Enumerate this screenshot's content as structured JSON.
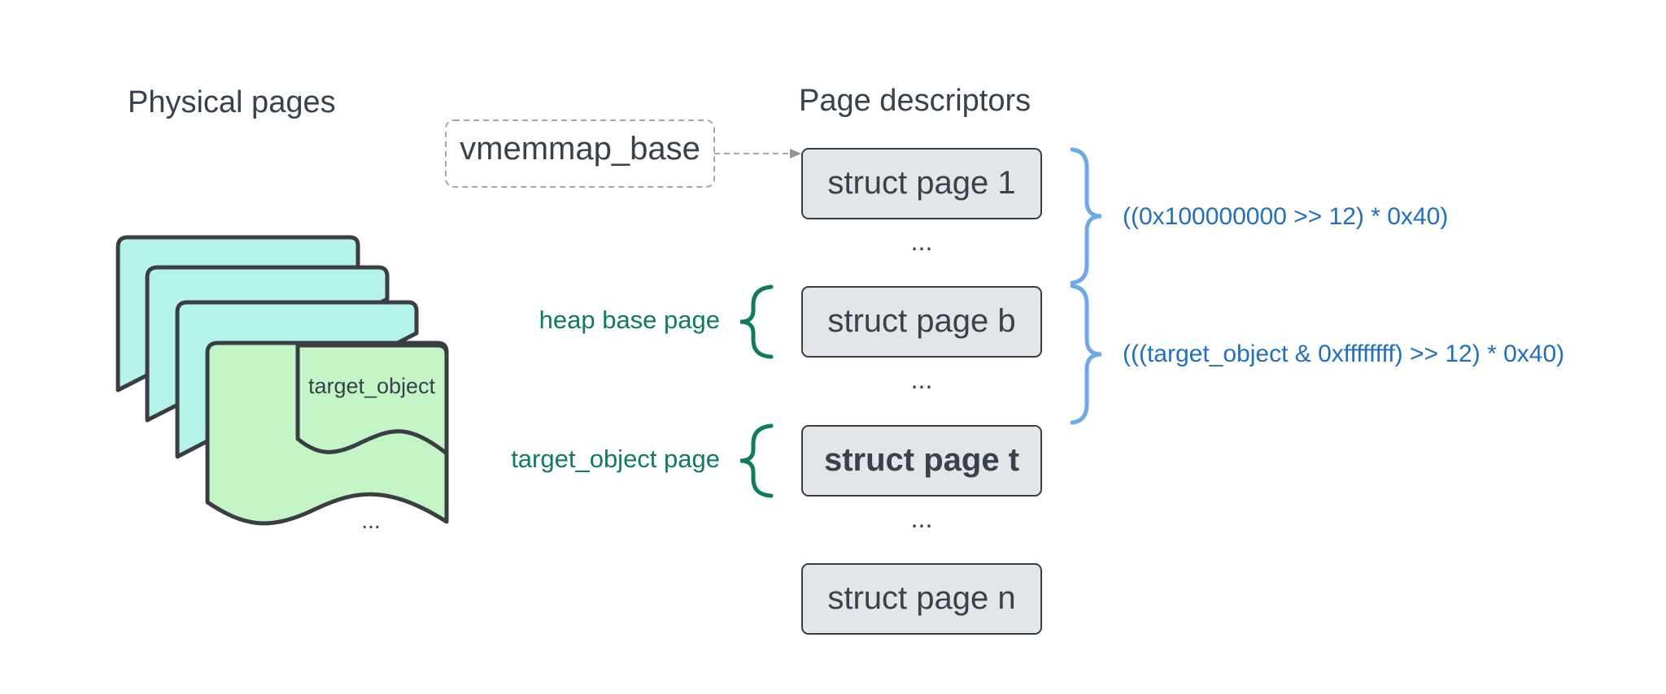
{
  "headings": {
    "physical_pages": "Physical pages",
    "page_descriptors": "Page descriptors"
  },
  "physical_pages": {
    "object_label": "target_object",
    "ellipsis": "..."
  },
  "vmemmap": {
    "label": "vmemmap_base"
  },
  "descriptors": [
    {
      "label": "struct page 1",
      "bold": false
    },
    {
      "label": "struct page b",
      "bold": false
    },
    {
      "label": "struct page t",
      "bold": true
    },
    {
      "label": "struct page n",
      "bold": false
    }
  ],
  "ellipses": [
    "...",
    "...",
    "..."
  ],
  "left_annotations": {
    "heap_base": "heap base page",
    "target_object": "target_object page"
  },
  "right_annotations": {
    "offset_1": "((0x100000000 >> 12) * 0x40)",
    "offset_2": "(((target_object & 0xffffffff) >> 12) * 0x40)"
  },
  "colors": {
    "text_dark": "#39414a",
    "green_label": "#0e7d5d",
    "blue_label": "#1f6fc2",
    "blue_brace": "#6fa8e6",
    "teal_page": "#b4f4e8",
    "green_page": "#c4f5c7",
    "box_fill": "#e3e6e9",
    "outline": "#3a3e42"
  }
}
